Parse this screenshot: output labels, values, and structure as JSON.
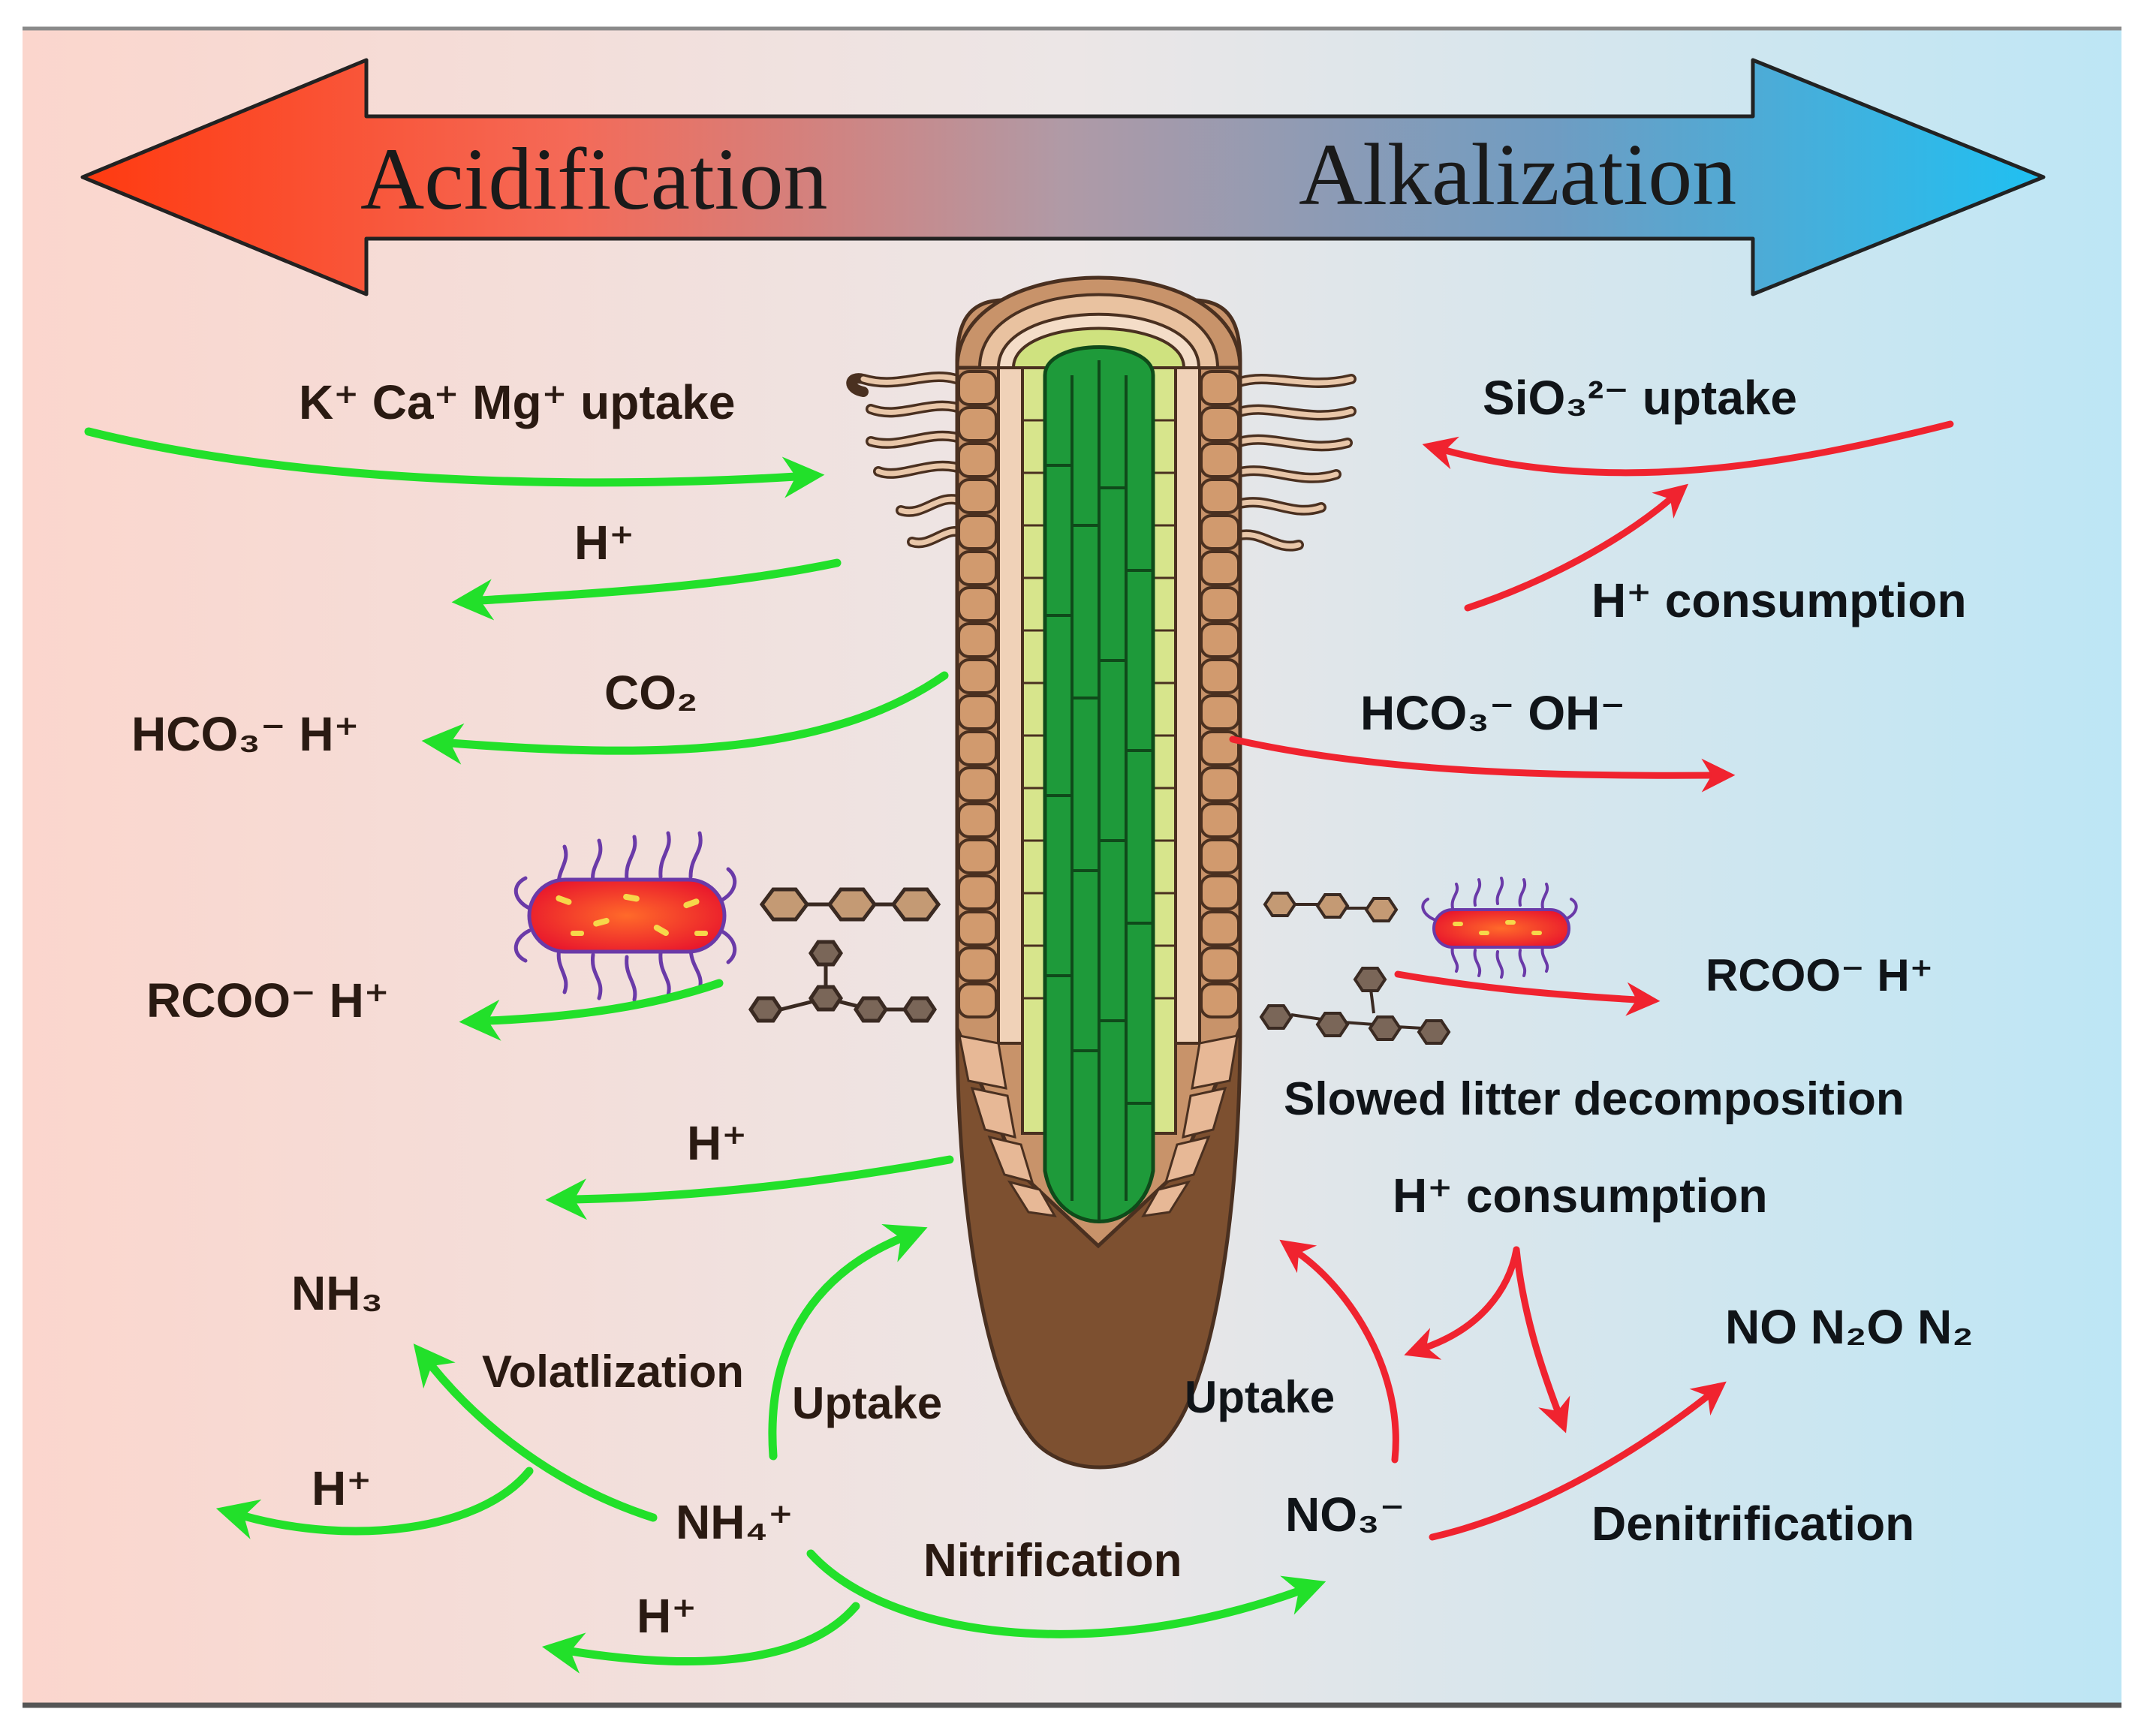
{
  "header": {
    "left": "Acidification",
    "right": "Alkalization"
  },
  "labels": {
    "kcamg": "K⁺ Ca⁺ Mg⁺ uptake",
    "h_left_top": "H⁺",
    "co2": "CO₂",
    "hco3_h": "HCO₃⁻ H⁺",
    "rcoo_left": "RCOO⁻ H⁺",
    "h_left_mid": "H⁺",
    "nh3": "NH₃",
    "volatilization": "Volatlization",
    "uptake_left": "Uptake",
    "h_left_low": "H⁺",
    "nh4": "NH₄⁺",
    "nitrification": "Nitrification",
    "h_bottom": "H⁺",
    "sio3": "SiO₃²⁻ uptake",
    "h_consumption_top": "H⁺ consumption",
    "hco3_oh": "HCO₃⁻ OH⁻",
    "rcoo_right": "RCOO⁻ H⁺",
    "slowed": "Slowed litter decomposition",
    "h_consumption_mid": "H⁺ consumption",
    "no_n2o_n2": "NO  N₂O  N₂",
    "uptake_right": "Uptake",
    "no3": "NO₃⁻",
    "denitrification": "Denitrification"
  },
  "colors": {
    "acid": "#f8522e",
    "alkali": "#2ec4f0",
    "green_arrow": "#22e02a",
    "red_arrow": "#f0232f",
    "bg_left": "#fbd8d0",
    "bg_right": "#bfe8f6"
  }
}
